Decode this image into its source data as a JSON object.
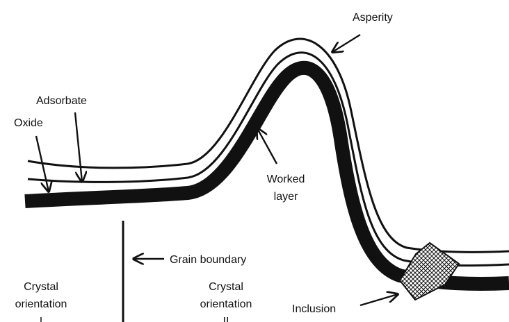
{
  "diagram": {
    "labels": {
      "asperity": "Asperity",
      "adsorbate": "Adsorbate",
      "oxide": "Oxide",
      "worked_layer_line1": "Worked",
      "worked_layer_line2": "layer",
      "grain_boundary": "Grain boundary",
      "crystal_orientation_1_line1": "Crystal",
      "crystal_orientation_1_line2": "orientation",
      "crystal_orientation_1_line3": "I",
      "crystal_orientation_2_line1": "Crystal",
      "crystal_orientation_2_line2": "orientation",
      "crystal_orientation_2_line3": "II",
      "inclusion": "Inclusion"
    },
    "colors": {
      "ink": "#111111",
      "background": "#ffffff"
    }
  }
}
